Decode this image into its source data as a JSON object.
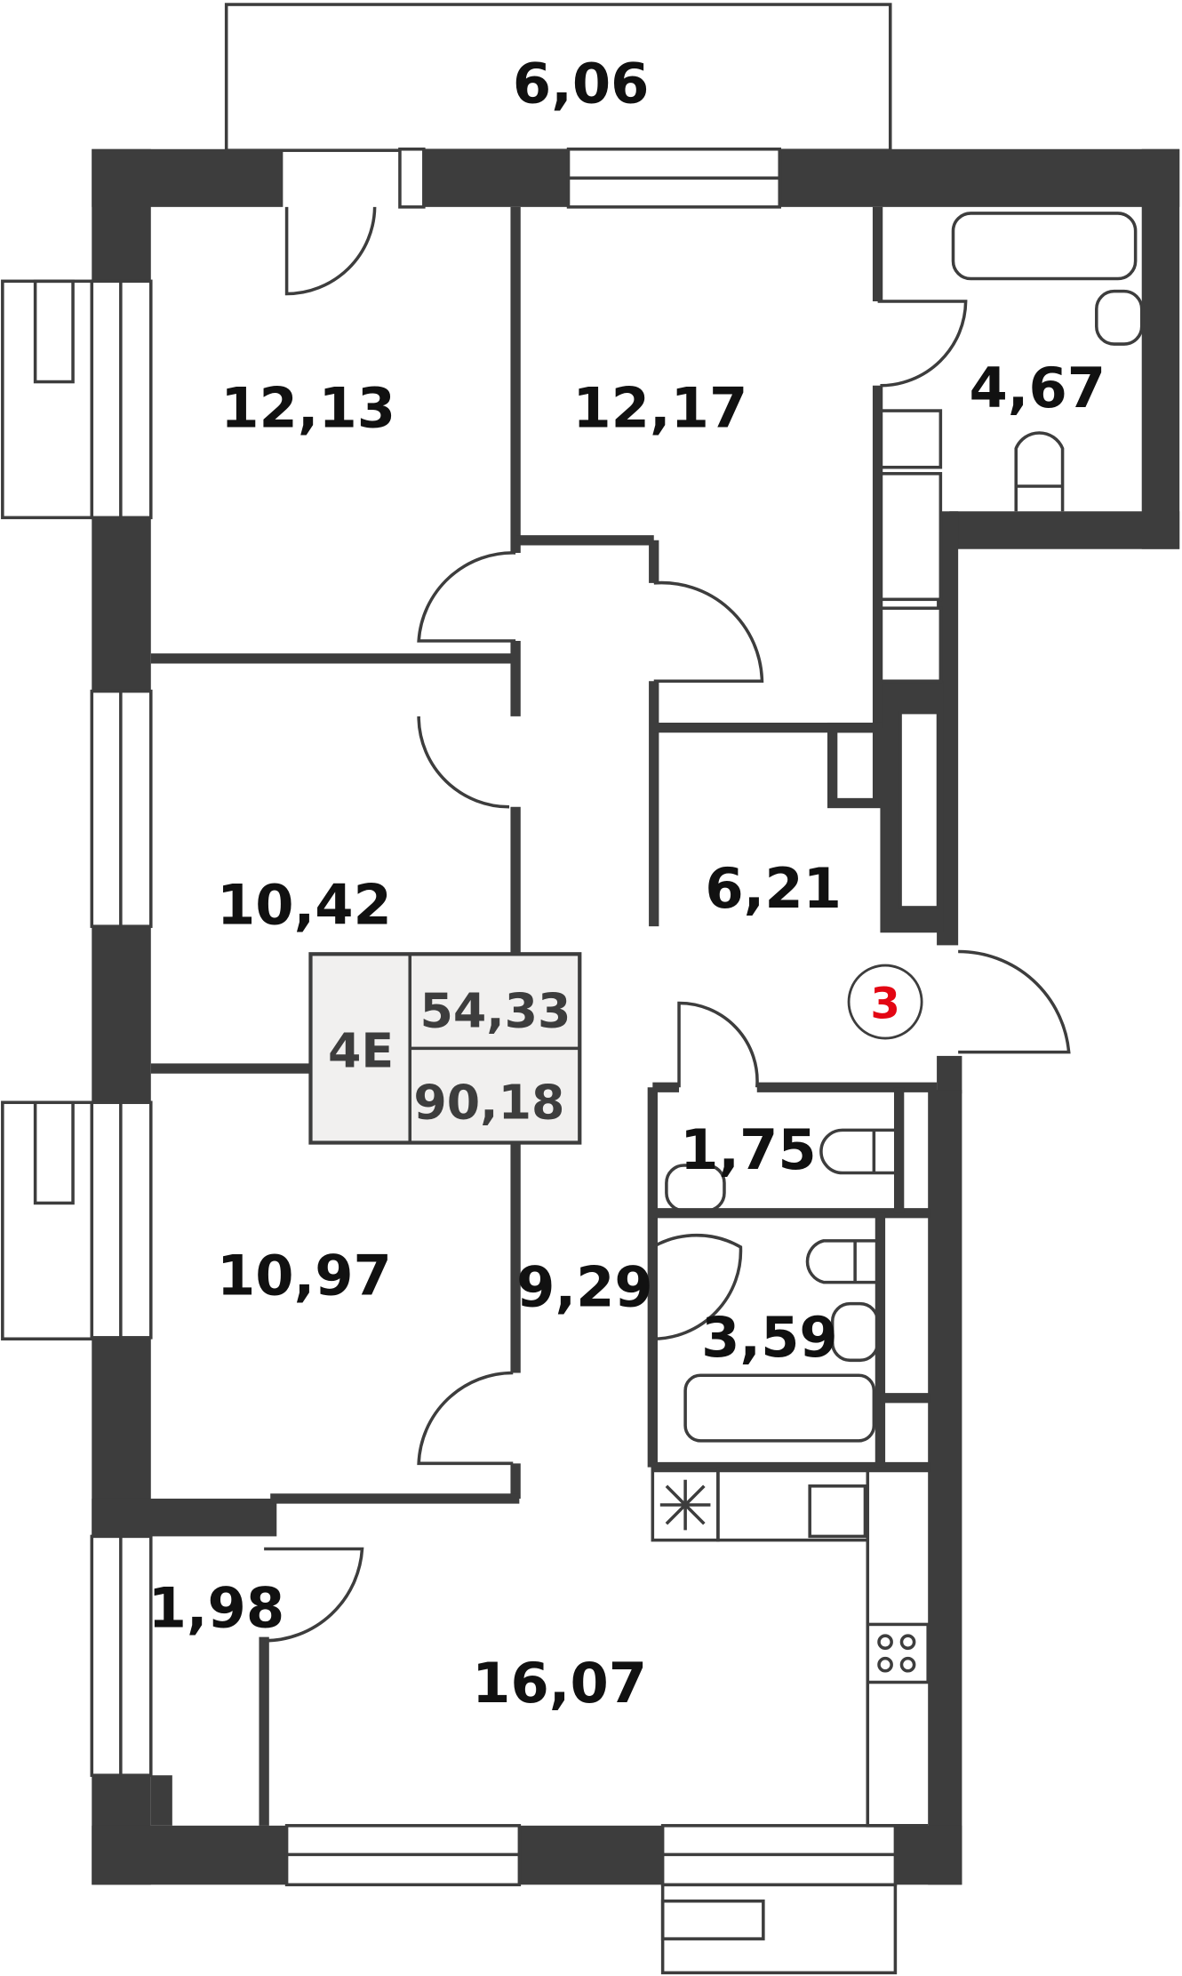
{
  "plan": {
    "apartment_type": "4E",
    "living_area": "54,33",
    "total_area": "90,18",
    "entrance_marker": "3",
    "rooms": [
      {
        "id": "balcony",
        "area": "6,06"
      },
      {
        "id": "bedroom-1",
        "area": "12,13"
      },
      {
        "id": "bedroom-2",
        "area": "12,17"
      },
      {
        "id": "bathroom-1",
        "area": "4,67"
      },
      {
        "id": "bedroom-3",
        "area": "10,42"
      },
      {
        "id": "hall",
        "area": "6,21"
      },
      {
        "id": "wc",
        "area": "1,75"
      },
      {
        "id": "bedroom-4",
        "area": "10,97"
      },
      {
        "id": "corridor",
        "area": "9,29"
      },
      {
        "id": "bathroom-2",
        "area": "3,59"
      },
      {
        "id": "storage",
        "area": "1,98"
      },
      {
        "id": "kitchen-living",
        "area": "16,07"
      }
    ],
    "colors": {
      "wall": "#3d3d3d",
      "legend_bg": "#f1f0ef",
      "marker": "#e30613"
    }
  }
}
